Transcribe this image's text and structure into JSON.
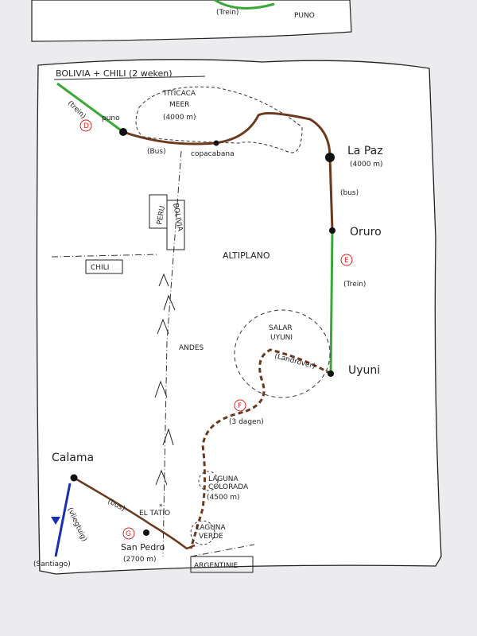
{
  "top_fragment": {
    "trein": "(Trein)",
    "puno": "PUNO"
  },
  "title": "BOLIVIA + CHILI (2 weken)",
  "lake": {
    "name1": "TITICACA",
    "name2": "MEER",
    "altitude": "(4000 m)"
  },
  "places": {
    "puno": "puno",
    "copacabana": "copacabana",
    "la_paz": "La Paz",
    "la_paz_alt": "(4000 m)",
    "oruro": "Oruro",
    "uyuni": "Uyuni",
    "calama": "Calama",
    "san_pedro": "San Pedro",
    "san_pedro_alt": "(2700 m)",
    "el_tatio": "EL TATIO",
    "santiago": "(Santiago)",
    "laguna_colorada1": "LAGUNA",
    "laguna_colorada2": "COLORADA",
    "laguna_colorada_alt": "(4500 m)",
    "laguna_verde1": "LAGUNA",
    "laguna_verde2": "VERDE",
    "salar1": "SALAR",
    "salar2": "UYUNI"
  },
  "regions": {
    "altiplano": "ALTIPLANO",
    "andes": "ANDES",
    "peru": "PERU",
    "bolivia": "BOLIVIA",
    "chili": "CHILI",
    "argentinie": "ARGENTINIE"
  },
  "transport": {
    "trein1": "(trein)",
    "bus1": "(Bus)",
    "bus2": "(bus)",
    "trein2": "(Trein)",
    "landrover": "(Landrover)",
    "days": "(3 dagen)",
    "bus3": "(bus)",
    "flight": "(vliegtuig)"
  },
  "markers": {
    "d": "D",
    "e": "E",
    "f": "F",
    "g": "G"
  },
  "colors": {
    "train": "#3aa838",
    "bus": "#6b3a1e",
    "flight": "#1a2fb0",
    "marker": "#e02020"
  }
}
